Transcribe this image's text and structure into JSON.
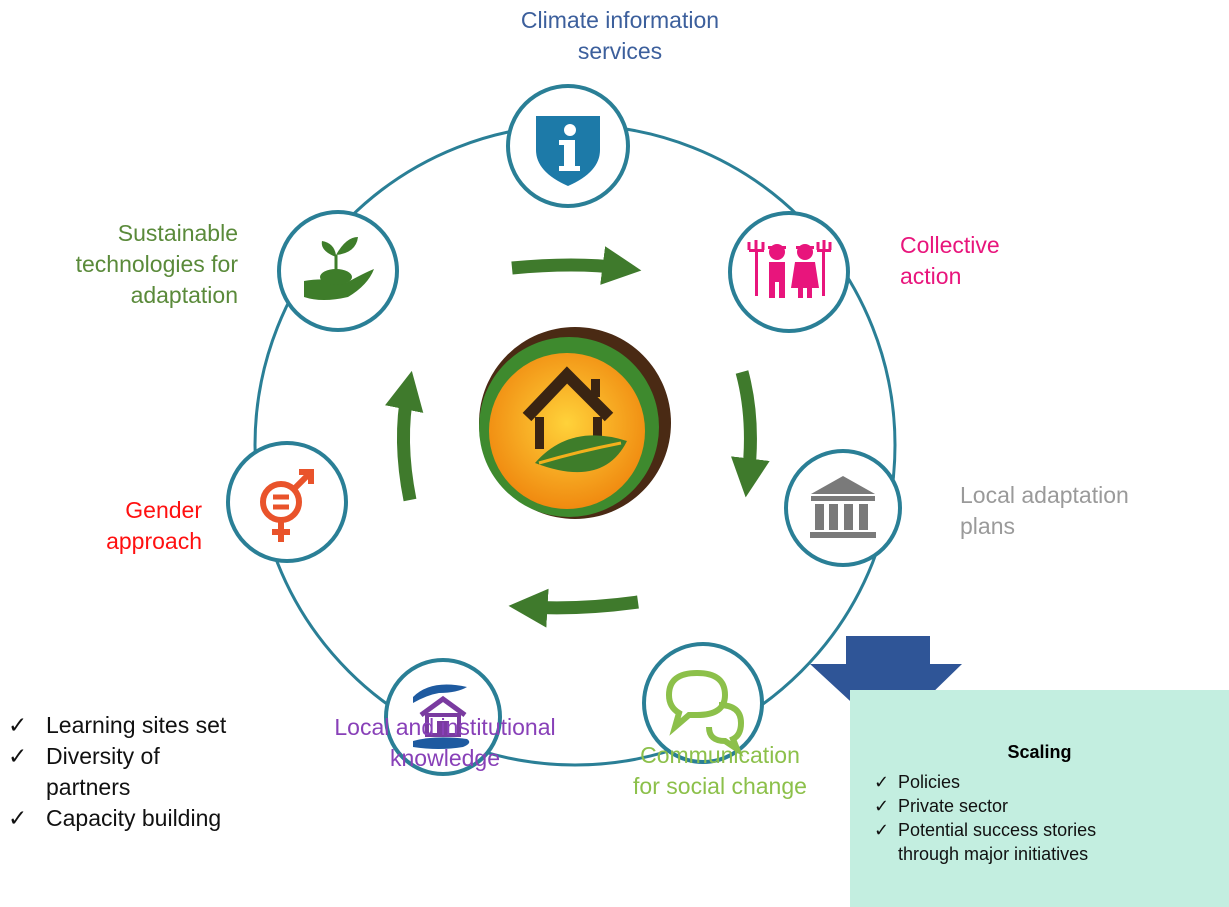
{
  "nodes": {
    "climate": {
      "lines": [
        "Climate information",
        "services"
      ],
      "color": "#3c5f9c",
      "icon": "info-shield-icon"
    },
    "collective": {
      "lines": [
        "Collective",
        "action"
      ],
      "color": "#e8157c",
      "icon": "farmers-pitchfork-icon"
    },
    "local_plans": {
      "lines": [
        "Local adaptation",
        "plans"
      ],
      "color": "#9a9a9a",
      "icon": "government-building-icon"
    },
    "communication": {
      "lines": [
        "Communication",
        "for social change"
      ],
      "color": "#8cc04a",
      "icon": "speech-bubbles-icon"
    },
    "knowledge": {
      "lines": [
        "Local and institutional",
        "knowledge"
      ],
      "color": "#8840b8",
      "icon": "house-in-hands-icon"
    },
    "gender": {
      "lines": [
        "Gender",
        "approach"
      ],
      "color": "#ff1010",
      "icon": "gender-equality-icon"
    },
    "sustainable": {
      "lines": [
        "Sustainable",
        "technologies for",
        "adaptation"
      ],
      "color": "#5a8a3a",
      "icon": "seedling-in-hand-icon"
    }
  },
  "center": {
    "icon": "house-leaf-logo-icon"
  },
  "left_list": {
    "check": "✓",
    "items": [
      "Learning sites set",
      "Diversity of",
      "partners",
      "Capacity building"
    ]
  },
  "scaling": {
    "title": "Scaling",
    "check": "✓",
    "items": [
      "Policies",
      "Private sector",
      "Potential success stories",
      "through major initiatives"
    ]
  },
  "colors": {
    "ring": "#2a7f96",
    "arrow_green": "#3f7a2c",
    "down_arrow": "#2f5597",
    "scaling_bg": "#c3eee0"
  }
}
